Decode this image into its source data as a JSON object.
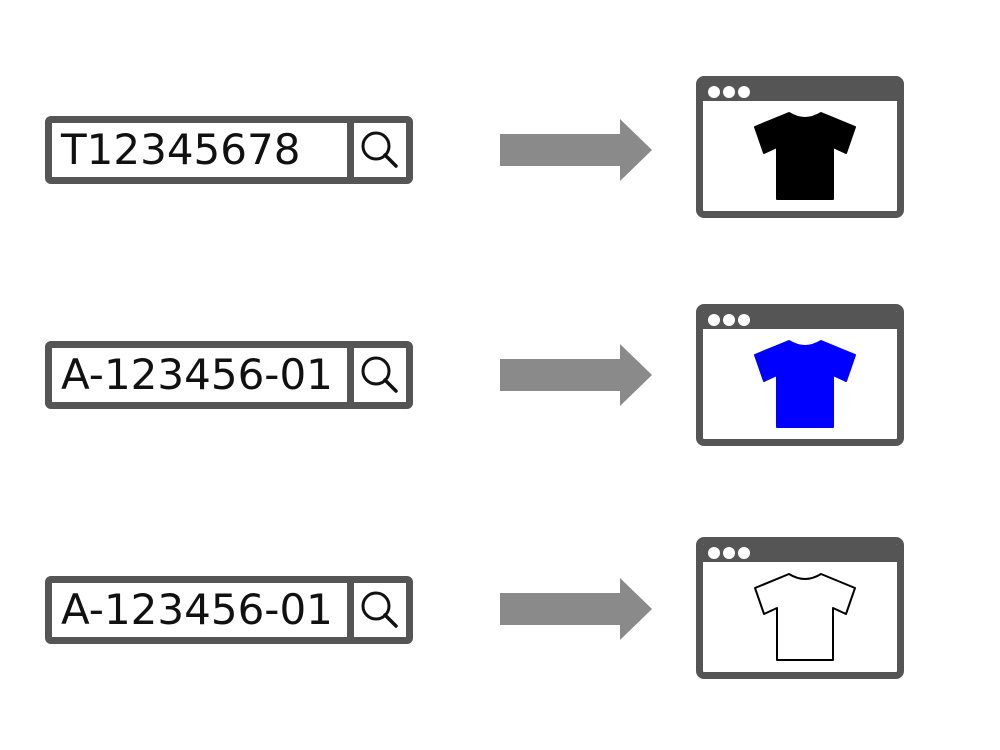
{
  "rows": [
    {
      "query": "T12345678",
      "shirt_color": "#000000",
      "shirt_outline": "#000000"
    },
    {
      "query": "A-123456-01",
      "shirt_color": "#0000ff",
      "shirt_outline": "#0000ff"
    },
    {
      "query": "A-123456-01",
      "shirt_color": "#ffffff",
      "shirt_outline": "#000000"
    }
  ],
  "colors": {
    "frame": "#555555",
    "arrow": "#8a8a8a"
  }
}
